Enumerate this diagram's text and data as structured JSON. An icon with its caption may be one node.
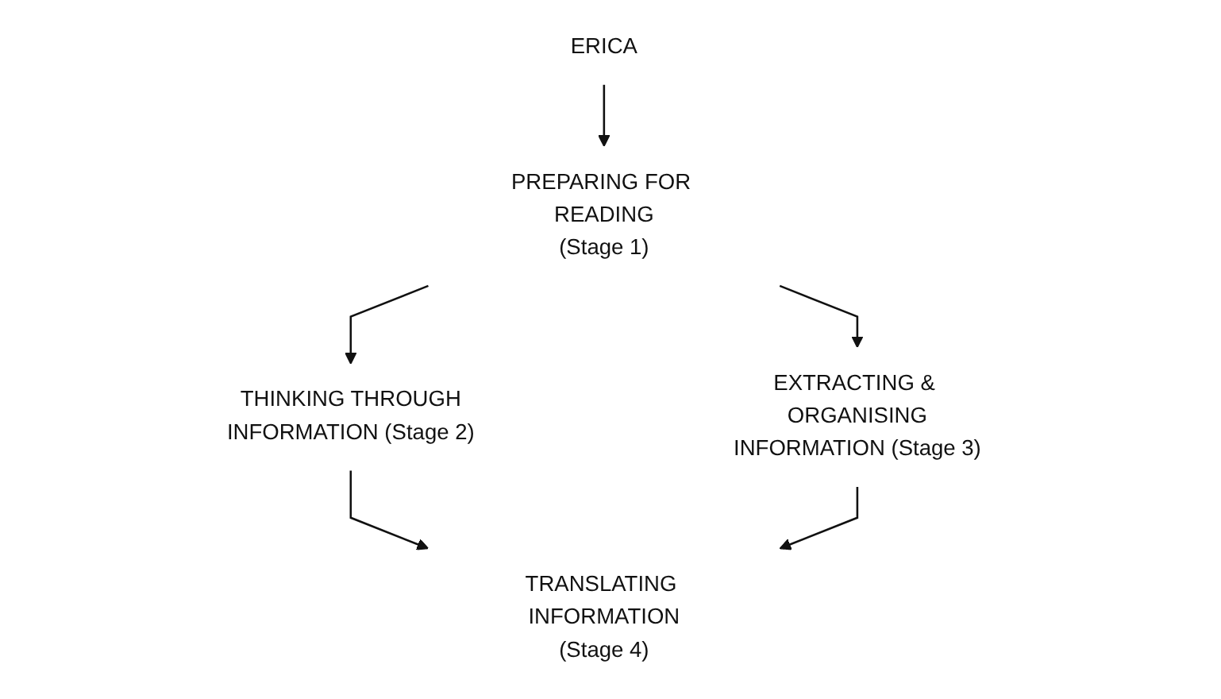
{
  "diagram": {
    "nodes": [
      {
        "text": [
          "ERICA"
        ]
      },
      {
        "text": [
          "PREPARING FOR READING (Stage 1)"
        ]
      },
      {
        "text": [
          "THINKING THROUGH INFORMATION (Stage 2)"
        ]
      },
      {
        "text": [
          "EXTRACTING & ORGANISING INFORMATION (Stage 3)"
        ]
      },
      {
        "text": [
          "TRANSLATING INFORMATION (Stage 4)"
        ]
      }
    ],
    "edges": [
      {
        "from": 0,
        "to": 1,
        "arrow": "to"
      },
      {
        "from": 1,
        "to": 2,
        "arrow": "to"
      },
      {
        "from": 1,
        "to": 3,
        "arrow": "to"
      },
      {
        "from": 2,
        "to": 4,
        "arrow": "to"
      },
      {
        "from": 3,
        "to": 4,
        "arrow": "to"
      }
    ]
  }
}
